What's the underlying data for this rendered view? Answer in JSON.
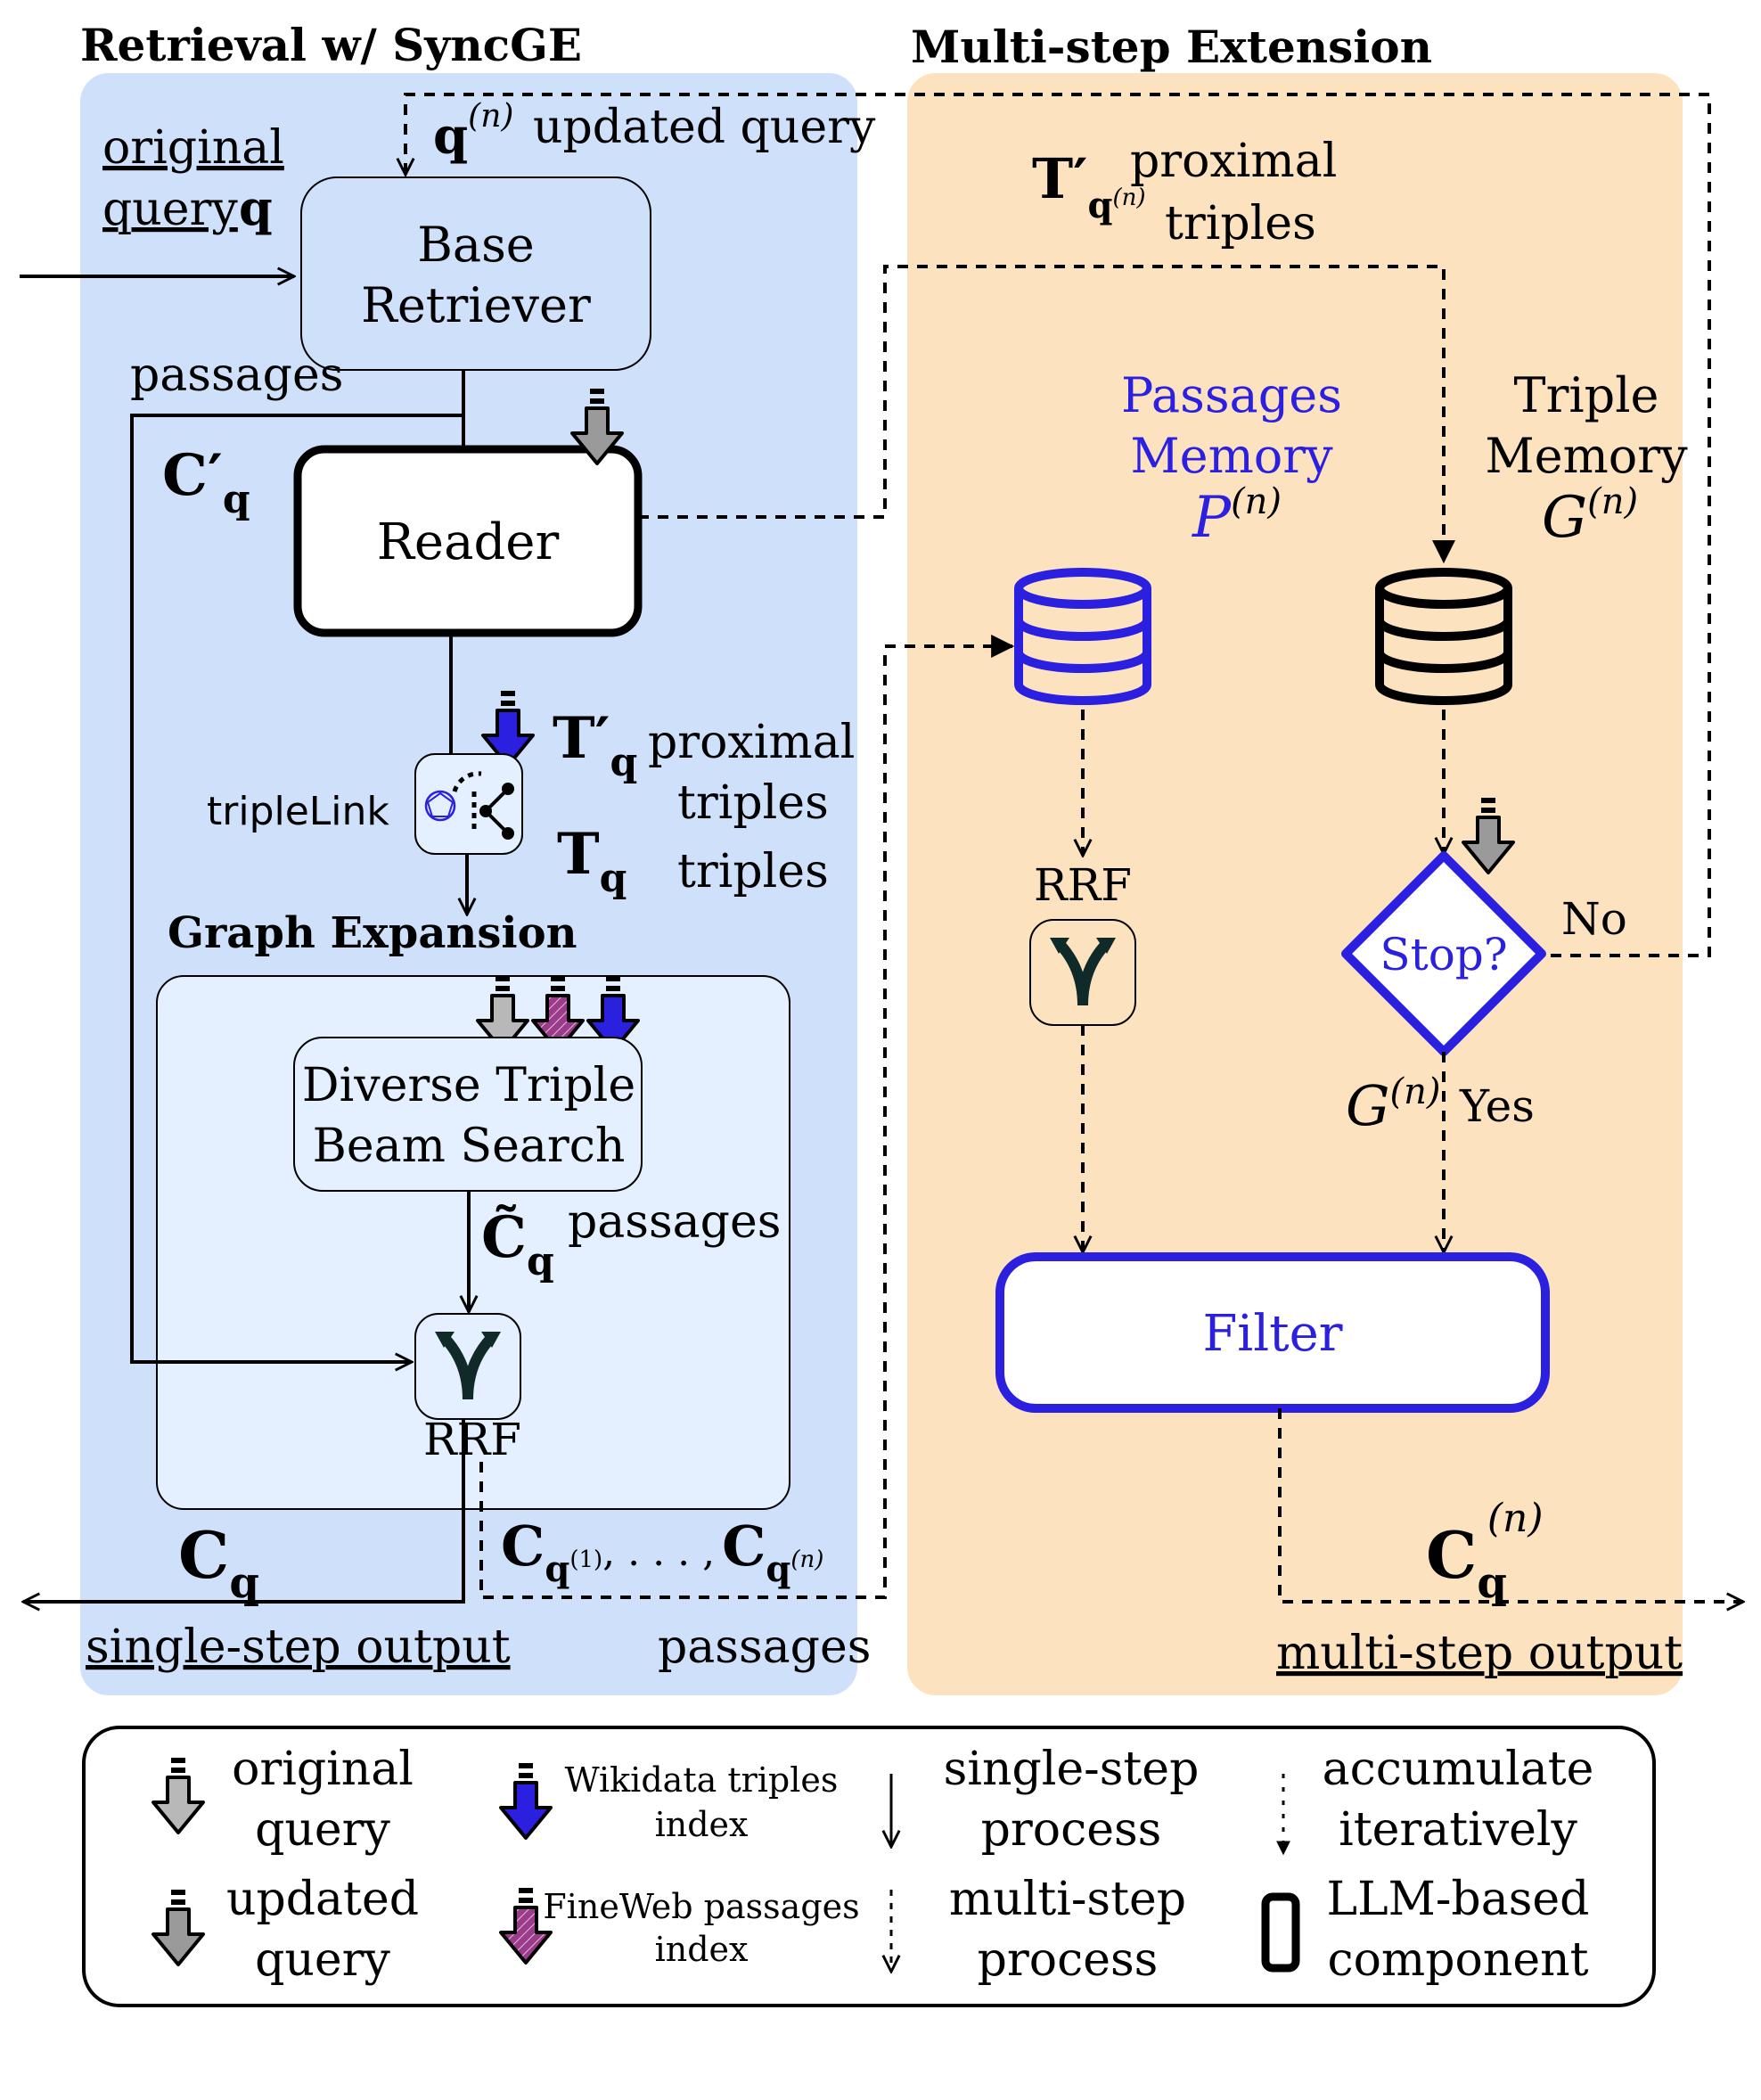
{
  "colors": {
    "left_panel": "#cfe0fb",
    "right_panel": "#fde2bf",
    "inner_panel": "#e4efff",
    "blue": "#2b1fe0",
    "gray": "#b8b8b8",
    "purple": "#9a3c8a"
  },
  "headers": {
    "left": "Retrieval w/ SyncGE",
    "right": "Multi-step Extension",
    "graph_expansion": "Graph Expansion"
  },
  "left": {
    "original_line1": "original",
    "original_line2": "query",
    "original_sym": "q",
    "updated_query": "updated query",
    "updated_sym": "q",
    "updated_sup": "(n)",
    "base_line1": "Base",
    "base_line2": "Retriever",
    "passages": "passages",
    "c_prime_sym": "C′",
    "q_sub": "q",
    "reader": "Reader",
    "t_prime_sym": "T′",
    "proximal": "proximal",
    "triples": "triples",
    "t_sym": "T",
    "triplelink": "tripleLink",
    "diverse_line1": "Diverse Triple",
    "diverse_line2": "Beam Search",
    "c_tilde_sym": "C̃",
    "passages2": "passages",
    "rrf": "RRF",
    "c_sym": "C",
    "c_seq_a": "C",
    "c_seq_a_sub": "q",
    "c_seq_a_supsub": "(1)",
    "c_seq_mid": ", . . . ,",
    "c_seq_b": "C",
    "c_seq_b_sub": "q",
    "c_seq_b_supsub": "(n)",
    "single_out": "single-step output",
    "passages3": "passages"
  },
  "right": {
    "t_prime_sym": "T′",
    "t_prime_sub": "q",
    "t_prime_subsup": "(n)",
    "proximal": "proximal",
    "triples": "triples",
    "pm_line1": "Passages",
    "pm_line2": "Memory",
    "pm_sym": "P",
    "pm_sup": "(n)",
    "tm_line1": "Triple",
    "tm_line2": "Memory",
    "tm_sym": "G",
    "tm_sup": "(n)",
    "rrf": "RRF",
    "stop": "Stop?",
    "no": "No",
    "g_sym": "G",
    "g_sup": "(n)",
    "yes": "Yes",
    "filter": "Filter",
    "c_sym": "C",
    "c_sub": "q",
    "c_sup": "(n)",
    "multi_out": "multi-step output"
  },
  "legend": {
    "orig_1": "original",
    "orig_2": "query",
    "upd_1": "updated",
    "upd_2": "query",
    "wiki_1": "Wikidata triples",
    "wiki_2": "index",
    "fine_1": "FineWeb passages",
    "fine_2": "index",
    "single_1": "single-step",
    "single_2": "process",
    "multi_1": "multi-step",
    "multi_2": "process",
    "acc_1": "accumulate",
    "acc_2": "iteratively",
    "llm_1": "LLM-based",
    "llm_2": "component"
  }
}
